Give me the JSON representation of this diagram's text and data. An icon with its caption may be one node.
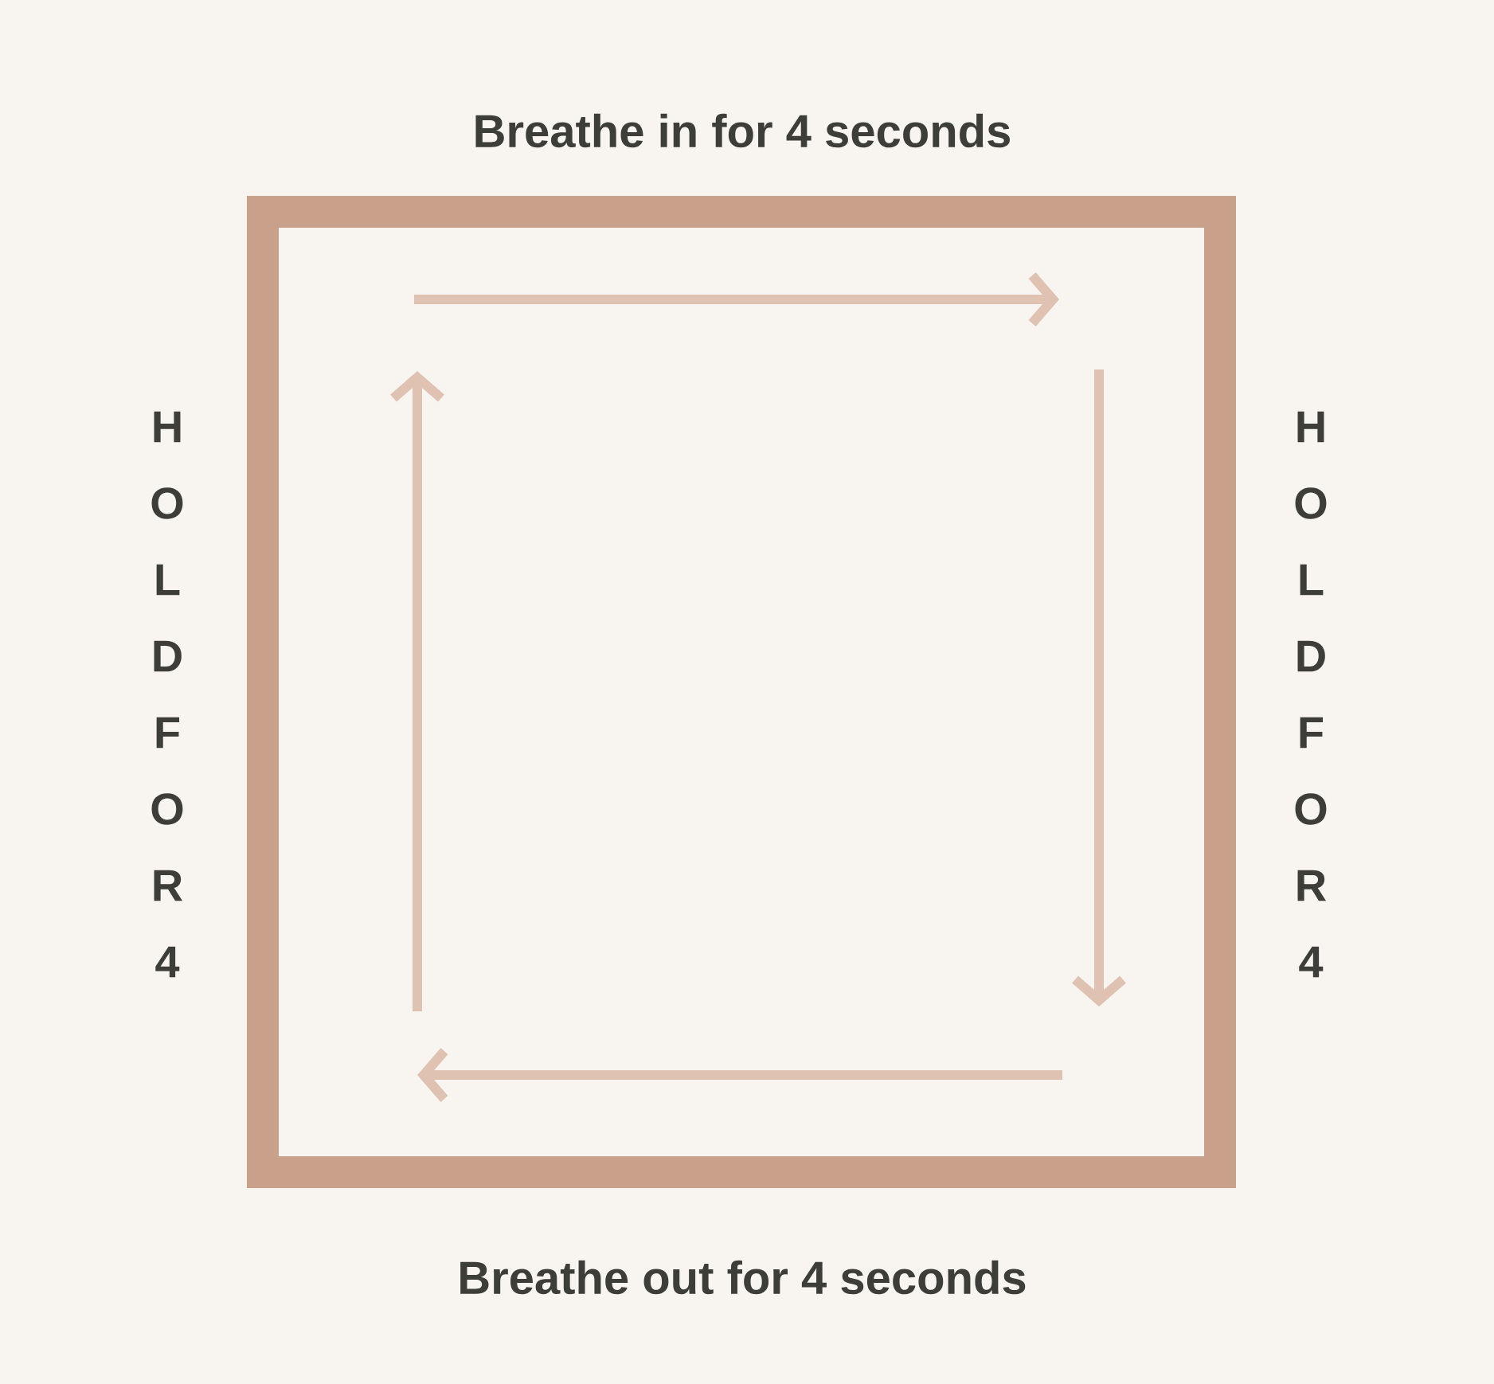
{
  "diagram": {
    "labels": [
      "Breathe in for 4 seconds",
      "HOLD FOR 4",
      "HOLD FOR 4",
      "Breathe out for 4 seconds"
    ]
  }
}
